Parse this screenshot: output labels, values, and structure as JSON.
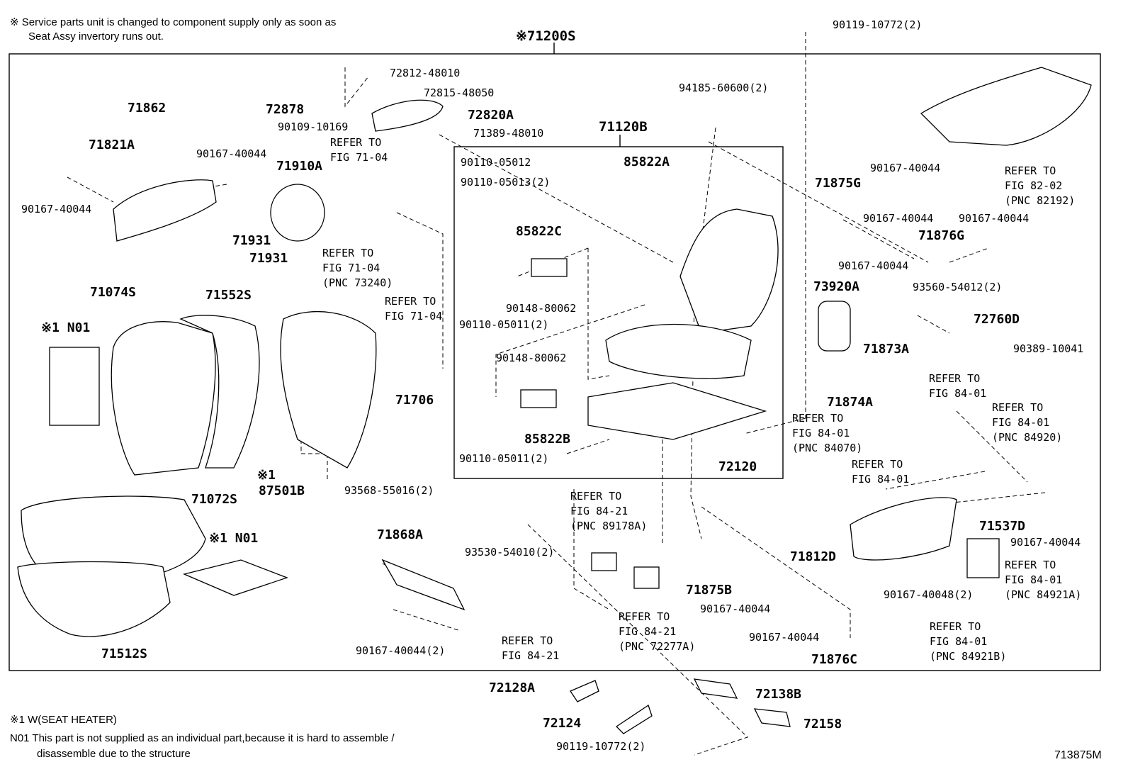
{
  "notes": {
    "service_line1": "※ Service parts unit is changed to component supply only as soon as",
    "service_line2": "Seat Assy invertory runs out.",
    "footnote_marker": "※1 W(SEAT HEATER)",
    "footnote_n01_line1": "N01 This part is not supplied as an individual part,because it is hard to assemble /",
    "footnote_n01_line2": "disassemble due to the structure"
  },
  "diagram_id": "713875M",
  "assembly_label": "※71200S",
  "subassembly_label": "71120B",
  "part_labels": [
    {
      "id": "l1",
      "text": "90119-10772(2)"
    },
    {
      "id": "l2",
      "text": "72812-48010"
    },
    {
      "id": "l3",
      "text": "72815-48050"
    },
    {
      "id": "l4",
      "text": "72878"
    },
    {
      "id": "l5",
      "text": "90109-10169"
    },
    {
      "id": "l6",
      "text": "72820A"
    },
    {
      "id": "l7",
      "text": "71389-48010"
    },
    {
      "id": "l8",
      "text": "94185-60600(2)"
    },
    {
      "id": "l9",
      "text": "71862"
    },
    {
      "id": "l10",
      "text": "71821A"
    },
    {
      "id": "l11",
      "text": "90167-40044"
    },
    {
      "id": "l12",
      "text": "71910A"
    },
    {
      "id": "l13",
      "text": "90167-40044"
    },
    {
      "id": "l14",
      "text": "REFER TO"
    },
    {
      "id": "l15",
      "text": "FIG 71-04"
    },
    {
      "id": "l16",
      "text": "90110-05012"
    },
    {
      "id": "l17",
      "text": "90110-05013(2)"
    },
    {
      "id": "l18",
      "text": "85822A"
    },
    {
      "id": "l19",
      "text": "71931"
    },
    {
      "id": "l20",
      "text": "71931"
    },
    {
      "id": "l21",
      "text": "REFER TO"
    },
    {
      "id": "l22",
      "text": "FIG 71-04"
    },
    {
      "id": "l23",
      "text": "(PNC 73240)"
    },
    {
      "id": "l24",
      "text": "85822C"
    },
    {
      "id": "l25",
      "text": "71074S"
    },
    {
      "id": "l26",
      "text": "71552S"
    },
    {
      "id": "l27",
      "text": "REFER TO"
    },
    {
      "id": "l28",
      "text": "FIG 71-04"
    },
    {
      "id": "l29",
      "text": "90148-80062"
    },
    {
      "id": "l30",
      "text": "90110-05011(2)"
    },
    {
      "id": "l31",
      "text": "※1 N01"
    },
    {
      "id": "l32",
      "text": "90148-80062"
    },
    {
      "id": "l33",
      "text": "71706"
    },
    {
      "id": "l34",
      "text": "85822B"
    },
    {
      "id": "l35",
      "text": "90110-05011(2)"
    },
    {
      "id": "l36",
      "text": "※1"
    },
    {
      "id": "l37",
      "text": "87501B"
    },
    {
      "id": "l38",
      "text": "93568-55016(2)"
    },
    {
      "id": "l39",
      "text": "71072S"
    },
    {
      "id": "l40",
      "text": "※1 N01"
    },
    {
      "id": "l41",
      "text": "71868A"
    },
    {
      "id": "l42",
      "text": "93530-54010(2)"
    },
    {
      "id": "l43",
      "text": "REFER TO"
    },
    {
      "id": "l44",
      "text": "FIG 84-21"
    },
    {
      "id": "l45",
      "text": "(PNC 89178A)"
    },
    {
      "id": "l46",
      "text": "72120"
    },
    {
      "id": "l47",
      "text": "71512S"
    },
    {
      "id": "l48",
      "text": "90167-40044(2)"
    },
    {
      "id": "l49",
      "text": "REFER TO"
    },
    {
      "id": "l50",
      "text": "FIG 84-21"
    },
    {
      "id": "l51",
      "text": "REFER TO"
    },
    {
      "id": "l52",
      "text": "FIG 84-21"
    },
    {
      "id": "l53",
      "text": "(PNC 72277A)"
    },
    {
      "id": "l54",
      "text": "71875B"
    },
    {
      "id": "l55",
      "text": "90167-40044"
    },
    {
      "id": "l56",
      "text": "90167-40044"
    },
    {
      "id": "l57",
      "text": "71876C"
    },
    {
      "id": "l58",
      "text": "REFER TO"
    },
    {
      "id": "l59",
      "text": "FIG 82-02"
    },
    {
      "id": "l60",
      "text": "(PNC 82192)"
    },
    {
      "id": "l61",
      "text": "90167-40044"
    },
    {
      "id": "l62",
      "text": "71875G"
    },
    {
      "id": "l63",
      "text": "90167-40044"
    },
    {
      "id": "l64",
      "text": "90167-40044"
    },
    {
      "id": "l65",
      "text": "71876G"
    },
    {
      "id": "l66",
      "text": "90167-40044"
    },
    {
      "id": "l67",
      "text": "73920A"
    },
    {
      "id": "l68",
      "text": "93560-54012(2)"
    },
    {
      "id": "l69",
      "text": "72760D"
    },
    {
      "id": "l70",
      "text": "71873A"
    },
    {
      "id": "l71",
      "text": "90389-10041"
    },
    {
      "id": "l72",
      "text": "REFER TO"
    },
    {
      "id": "l73",
      "text": "FIG 84-01"
    },
    {
      "id": "l74",
      "text": "71874A"
    },
    {
      "id": "l75",
      "text": "REFER TO"
    },
    {
      "id": "l76",
      "text": "FIG 84-01"
    },
    {
      "id": "l77",
      "text": "(PNC 84920)"
    },
    {
      "id": "l78",
      "text": "REFER TO"
    },
    {
      "id": "l79",
      "text": "FIG 84-01"
    },
    {
      "id": "l80",
      "text": "(PNC 84070)"
    },
    {
      "id": "l81",
      "text": "REFER TO"
    },
    {
      "id": "l82",
      "text": "FIG 84-01"
    },
    {
      "id": "l83",
      "text": "71537D"
    },
    {
      "id": "l84",
      "text": "90167-40044"
    },
    {
      "id": "l85",
      "text": "71812D"
    },
    {
      "id": "l86",
      "text": "90167-40048(2)"
    },
    {
      "id": "l87",
      "text": "REFER TO"
    },
    {
      "id": "l88",
      "text": "FIG 84-01"
    },
    {
      "id": "l89",
      "text": "(PNC 84921A)"
    },
    {
      "id": "l90",
      "text": "REFER TO"
    },
    {
      "id": "l91",
      "text": "FIG 84-01"
    },
    {
      "id": "l92",
      "text": "(PNC 84921B)"
    },
    {
      "id": "l93",
      "text": "72128A"
    },
    {
      "id": "l94",
      "text": "72138B"
    },
    {
      "id": "l95",
      "text": "72124"
    },
    {
      "id": "l96",
      "text": "72158"
    },
    {
      "id": "l97",
      "text": "90119-10772(2)"
    }
  ]
}
